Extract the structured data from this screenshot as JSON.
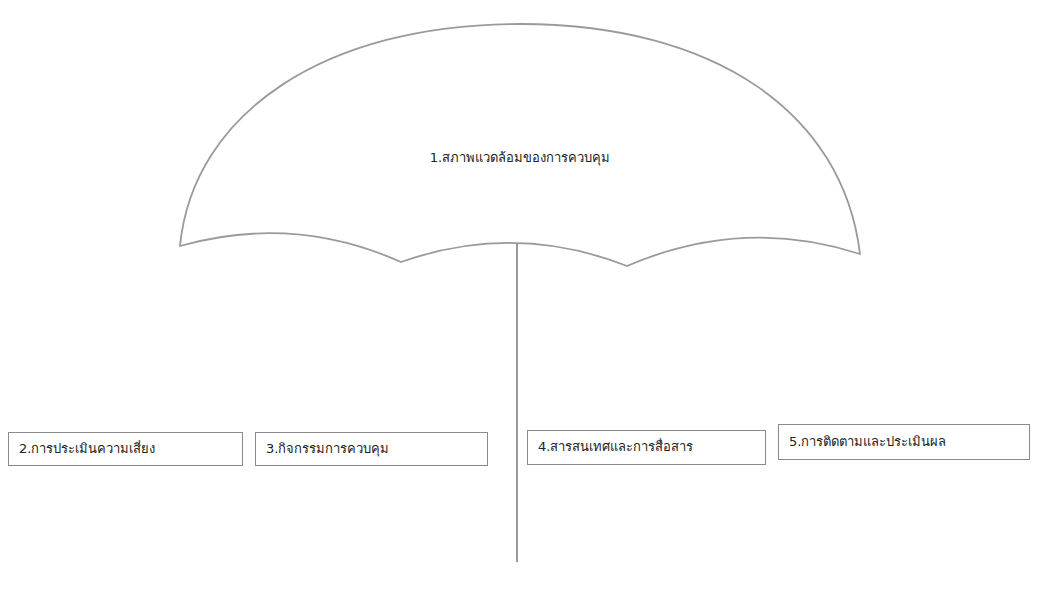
{
  "diagram": {
    "nodes": [
      {
        "text": [
          "1.สภาพแวดล้อมของการควบคุม"
        ]
      },
      {
        "text": [
          "2.การประเมินความเสี่ยง"
        ]
      },
      {
        "text": [
          "3.กิจกรรมการควบคุม"
        ]
      },
      {
        "text": [
          "4.สารสนเทศและการสื่อสาร"
        ]
      },
      {
        "text": [
          "5.การติดตามและประเมินผล"
        ]
      }
    ]
  }
}
